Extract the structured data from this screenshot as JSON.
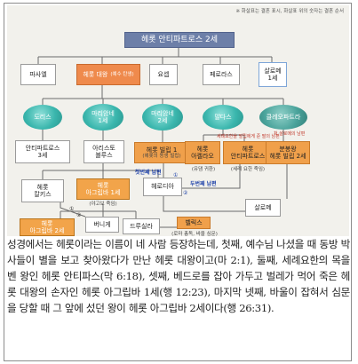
{
  "diagram": {
    "note": "※ 화살표는 결혼 표시, 화살표 위의 숫자는 결혼 순서",
    "top": "헤롯 안티파트로스 2세",
    "level2": [
      {
        "name": "파사엘"
      },
      {
        "name": "헤롯 대왕",
        "sub": "(예수 탄생)"
      },
      {
        "name": "요셉"
      },
      {
        "name": "페로라스"
      },
      {
        "name": "살로메",
        "line2": "1세"
      }
    ],
    "ovals": [
      {
        "name": "도리스"
      },
      {
        "name": "마리암네",
        "line2": "1세"
      },
      {
        "name": "마리암네",
        "line2": "2세"
      },
      {
        "name": "말다스"
      },
      {
        "name": "클레오파트라"
      }
    ],
    "level4": [
      {
        "name": "안티파트로스",
        "line2": "3세"
      },
      {
        "name": "아리스토",
        "line2": "블루스"
      },
      {
        "name": "헤롯 빌립 1",
        "sub": "(헤롯의 동생 빌립)"
      },
      {
        "name": "헤롯",
        "line2": "아켈라오",
        "sub": "(유댐 귀환)"
      },
      {
        "name": "헤롯",
        "line2": "안티파트로스",
        "sub": "(세례 요한 죽임)"
      },
      {
        "name": "분봉왕",
        "line2": "헤롯 빌립 2세"
      }
    ],
    "level5": [
      {
        "name": "헤롯",
        "line2": "칼키스"
      },
      {
        "name": "헤롯",
        "line2": "아그립바 1세",
        "sub": "(야고보 죽임)"
      },
      {
        "name": "헤로디아"
      }
    ],
    "level6": [
      {
        "name": "헤롯",
        "line2": "아그립바 2세"
      },
      {
        "name": "버니게"
      },
      {
        "name": "드루실라"
      },
      {
        "name": "벨릭스",
        "sub": "(로마 총독, 바울 심문)"
      },
      {
        "name": "살로메"
      }
    ],
    "handwritten": {
      "first_husband": "첫번째 남편",
      "second_husband": "두번째 남편",
      "annotation_right": "세례요한을 빌립에게 준 딸의 남편",
      "annotation_far_right": "처 살로메의 남편",
      "marks": [
        "①",
        "②",
        "①",
        "②"
      ]
    }
  },
  "caption": "성경에서는 헤롯이라는 이름이 네 사람 등장하는데, 첫째, 예수님 나셨을 때 동방 박사들이 별을 보고 찾아왔다가 만난 헤롯 대왕이고(마 2:1), 둘째, 세례요한의 목을 벤 왕인 헤롯 안티파스(막 6:18), 셋째, 베드로를 잡아 가두고 벌레가 먹어 죽은 헤롯 대왕의 손자인 헤롯 아그립바 1세(행 12:23), 마지막 넷째, 바울이 잡혀서 심문을 당할 때 그 앞에 섰던 왕이 헤롯 아그립바 2세이다(행 26:31)."
}
